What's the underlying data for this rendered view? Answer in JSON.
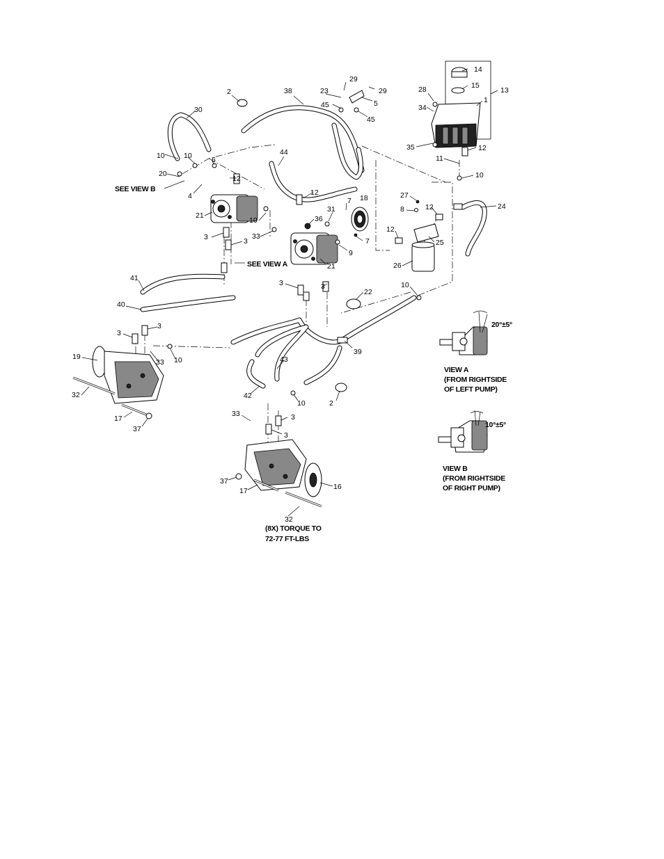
{
  "callouts": {
    "c29a": "29",
    "c29b": "29",
    "c38": "38",
    "c23": "23",
    "c2a": "2",
    "c45a": "45",
    "c5": "5",
    "c45b": "45",
    "c30": "30",
    "c14": "14",
    "c15": "15",
    "c28": "28",
    "c13": "13",
    "c1": "1",
    "c34": "34",
    "c35": "35",
    "c12a": "12",
    "c11": "11",
    "c44": "44",
    "c10a": "10",
    "c10b": "10",
    "c6": "6",
    "c20": "20",
    "c12b": "12",
    "c4": "4",
    "c12c": "12",
    "c10c": "10",
    "c24": "24",
    "c27": "27",
    "c7a": "7",
    "c18": "18",
    "c8": "8",
    "c12d": "12",
    "c21a": "21",
    "c10d": "10",
    "c31": "31",
    "c36": "36",
    "c12e": "12",
    "c25": "25",
    "c3a": "3",
    "c33a": "33",
    "c3b": "3",
    "c7b": "7",
    "c9": "9",
    "c26": "26",
    "c21b": "21",
    "c41": "41",
    "c3c": "3",
    "c3d": "3",
    "c10e": "10",
    "c22": "22",
    "c40": "40",
    "c3e": "3",
    "c3f": "3",
    "c39": "39",
    "c19": "19",
    "c33b": "33",
    "c10f": "10",
    "c43": "43",
    "c32a": "32",
    "c42": "42",
    "c10g": "10",
    "c2b": "2",
    "c17a": "17",
    "c37a": "37",
    "c33c": "33",
    "c3g": "3",
    "c3h": "3",
    "c37b": "37",
    "c16": "16",
    "c17b": "17",
    "c32b": "32",
    "c12f": "12"
  },
  "notes": {
    "see_view_b": "SEE VIEW B",
    "see_view_a": "SEE VIEW A",
    "torque_line1": "(8X) TORQUE TO",
    "torque_line2": "72-77 FT-LBS"
  },
  "view_a": {
    "angle": "20°±5°",
    "title": "VIEW A",
    "line2": "(FROM RIGHTSIDE",
    "line3": "OF LEFT PUMP)"
  },
  "view_b": {
    "angle": "10°±5°",
    "title": "VIEW B",
    "line2": "(FROM RIGHTSIDE",
    "line3": "OF RIGHT PUMP)"
  }
}
